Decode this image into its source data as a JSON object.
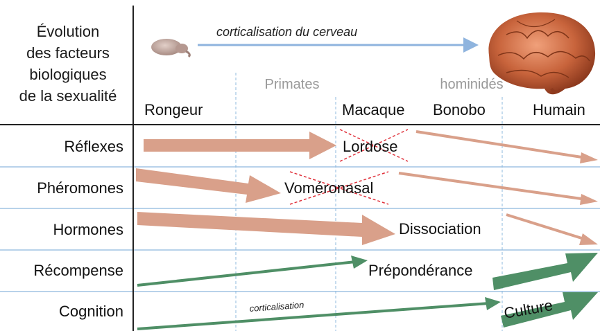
{
  "title_lines": [
    "Évolution",
    "des facteurs",
    "biologiques",
    "de la sexualité"
  ],
  "top_arrow_label": "corticalisation du cerveau",
  "groups": {
    "primates": "Primates",
    "hominids": "hominidés"
  },
  "columns": [
    "Rongeur",
    "Macaque",
    "Bonobo",
    "Humain"
  ],
  "rows": [
    "Réflexes",
    "Phéromones",
    "Hormones",
    "Récompense",
    "Cognition"
  ],
  "labels": {
    "lordose": "Lordose",
    "vomeronasal": "Voméronasal",
    "dissociation": "Dissociation",
    "preponderance": "Prépondérance",
    "culture": "Culture",
    "corticalisation_small": "corticalisation"
  },
  "colors": {
    "decline_arrow": "#d9a08a",
    "growth_arrow": "#4f8f66",
    "corticalisation_arrow": "#8fb4de",
    "cross": "#e0303a",
    "grid_line": "#8db8de",
    "divider": "#222222"
  },
  "icons": {
    "rat_brain": "rodent-brain-icon",
    "human_brain": "human-brain-icon"
  }
}
